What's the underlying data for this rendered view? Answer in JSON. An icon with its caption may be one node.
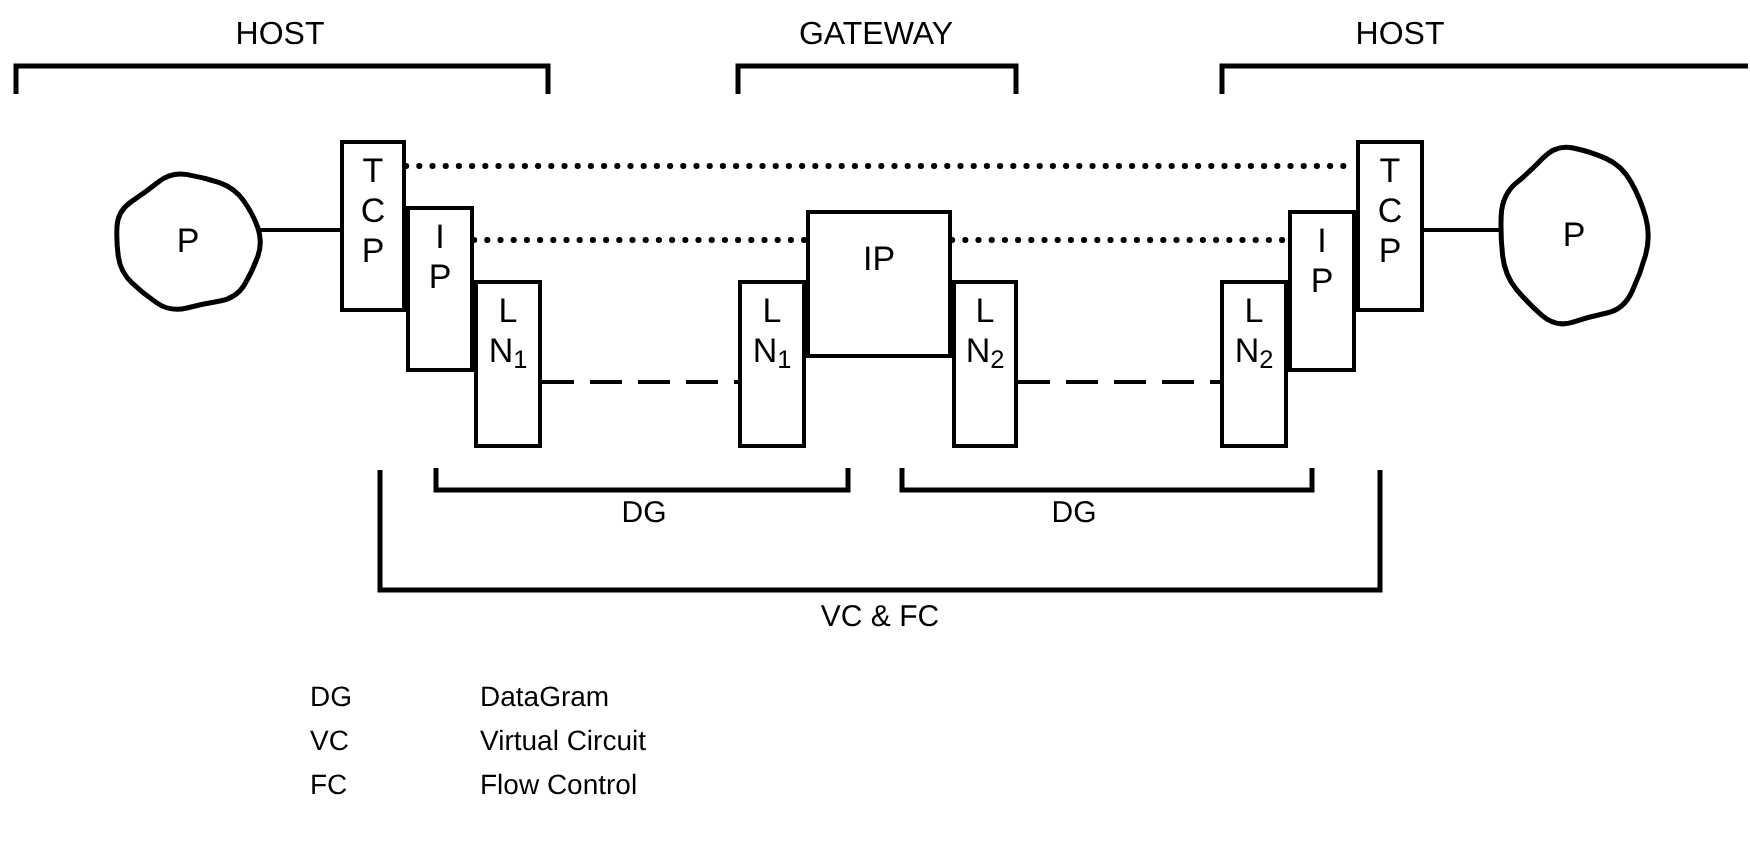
{
  "diagram": {
    "nodes": [
      {
        "text": [
          "P"
        ]
      },
      {
        "text": [
          "T C P"
        ]
      },
      {
        "text": [
          "I P"
        ]
      },
      {
        "text": [
          "L N$_{1}$"
        ]
      },
      {
        "text": [
          "L N$_{1}$"
        ]
      },
      {
        "text": [
          "IP"
        ]
      },
      {
        "text": [
          "L N$_{2}$"
        ]
      },
      {
        "text": [
          "L N$_{2}$"
        ]
      },
      {
        "text": [
          "I P"
        ]
      },
      {
        "text": [
          "T C P"
        ]
      },
      {
        "text": [
          "P"
        ]
      }
    ],
    "edges": [
      {
        "from": 0,
        "to": 1,
        "arrow": "none"
      },
      {
        "from": 1,
        "to": 9,
        "arrow": "none",
        "style": "dashed"
      },
      {
        "from": 2,
        "to": 5,
        "arrow": "none",
        "style": "dashed"
      },
      {
        "from": 5,
        "to": 8,
        "arrow": "none",
        "style": "dashed"
      },
      {
        "from": 3,
        "to": 4,
        "arrow": "none",
        "style": "dashed"
      },
      {
        "from": 6,
        "to": 7,
        "arrow": "none",
        "style": "dashed"
      },
      {
        "from": 9,
        "to": 10,
        "arrow": "none"
      }
    ],
    "labels": [
      "HOST",
      "GATEWAY",
      "HOST",
      "DG",
      "DG",
      "VC & FC",
      "DG",
      "DataGram",
      "VC",
      "Virtual Circuit",
      "FC",
      "Flow Control"
    ]
  }
}
